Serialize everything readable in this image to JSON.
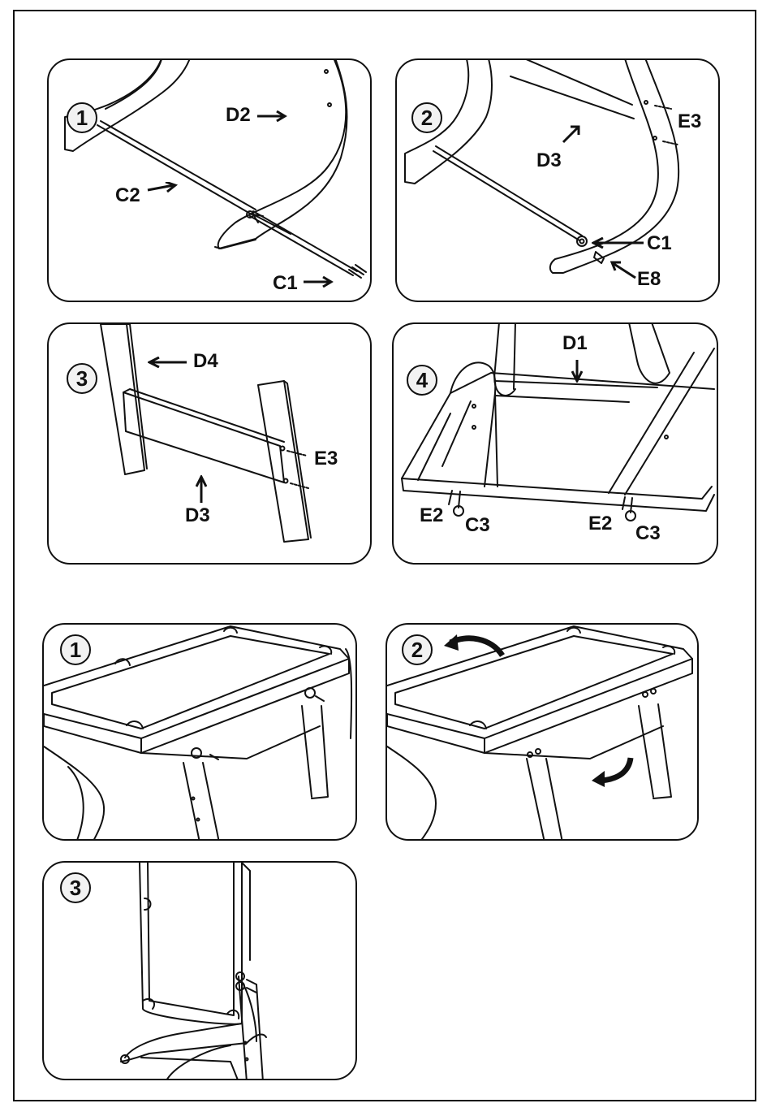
{
  "page": {
    "title": ""
  },
  "assembly": {
    "panels": [
      {
        "step": "1",
        "labels": {
          "d2": "D2",
          "c2": "C2",
          "c1": "C1"
        }
      },
      {
        "step": "2",
        "labels": {
          "e3": "E3",
          "d3": "D3",
          "c1": "C1",
          "e8": "E8"
        }
      },
      {
        "step": "3",
        "labels": {
          "d4": "D4",
          "e3": "E3",
          "d3": "D3"
        }
      },
      {
        "step": "4",
        "labels": {
          "d1": "D1",
          "e2a": "E2",
          "c3a": "C3",
          "e2b": "E2",
          "c3b": "C3"
        }
      }
    ]
  },
  "folding": {
    "panels": [
      {
        "step": "1"
      },
      {
        "step": "2"
      },
      {
        "step": "3"
      }
    ]
  },
  "colors": {
    "line": "#111111",
    "fill": "#ffffff",
    "badge": "#f2f2f2"
  }
}
